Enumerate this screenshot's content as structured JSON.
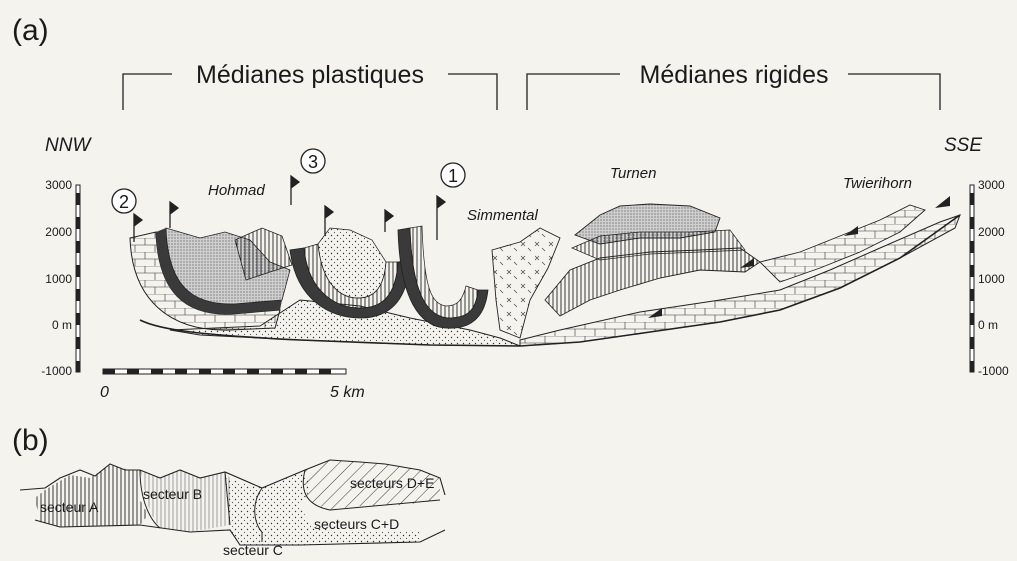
{
  "panel_a": {
    "letter": "(a)",
    "bracket_left": "Médianes plastiques",
    "bracket_right": "Médianes rigides",
    "dir_left": "NNW",
    "dir_right": "SSE",
    "places": {
      "hohmad": "Hohmad",
      "simmental": "Simmental",
      "turnen": "Turnen",
      "twierihorn": "Twierihorn"
    },
    "markers": [
      "2",
      "3",
      "1"
    ],
    "axis_left": [
      "3000",
      "2000",
      "1000",
      "0 m",
      "-1000"
    ],
    "axis_right": [
      "3000",
      "2000",
      "1000",
      "0 m",
      "-1000"
    ],
    "scale": {
      "start": "0",
      "end": "5 km"
    }
  },
  "panel_b": {
    "letter": "(b)",
    "labels": {
      "a": "secteur A",
      "b": "secteur B",
      "c": "secteur C",
      "cd": "secteurs C+D",
      "de": "secteurs D+E"
    }
  },
  "colors": {
    "ink": "#1a1a1a",
    "background": "#f4f3ee",
    "dark_unit": "#3a3a3a",
    "stipple": "#d8d8d8"
  }
}
